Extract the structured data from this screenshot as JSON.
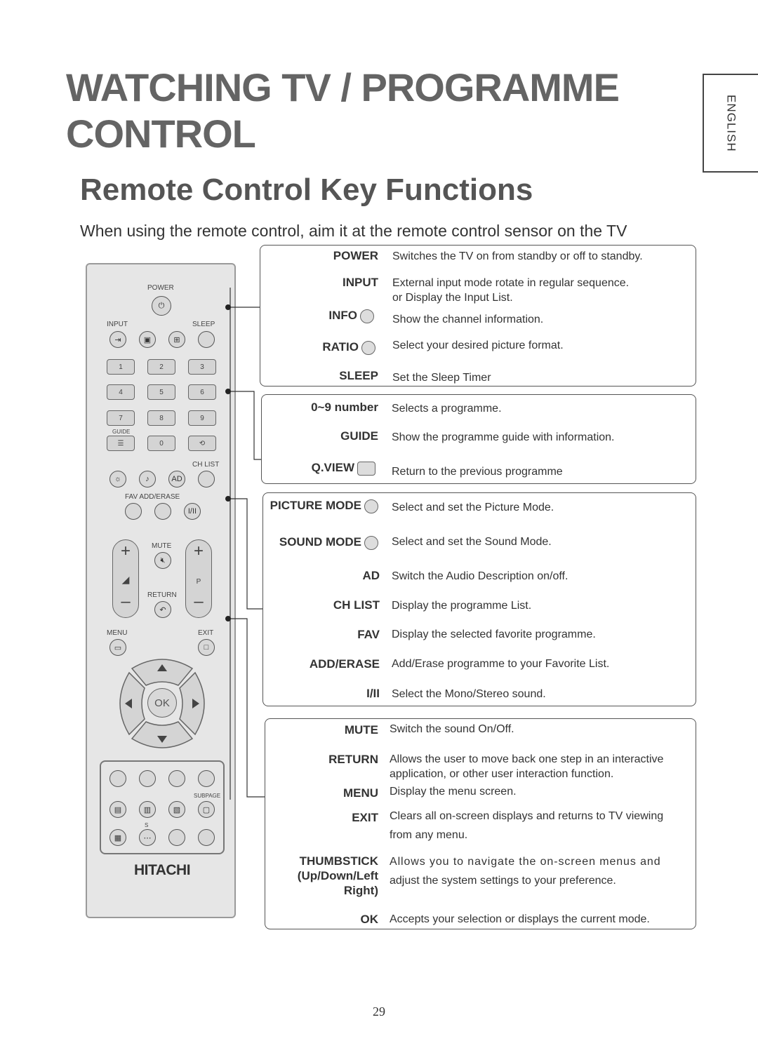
{
  "page": {
    "title": "WATCHING TV / PROGRAMME CONTROL",
    "subtitle": "Remote Control Key Functions",
    "intro": "When using the remote control, aim it at the remote control sensor on the TV",
    "language_tab": "ENGLISH",
    "page_number": "29"
  },
  "remote": {
    "labels": {
      "power": "POWER",
      "input": "INPUT",
      "sleep": "SLEEP",
      "guide": "GUIDE",
      "ch_list": "CH LIST",
      "fav_add_erase": "FAV ADD/ERASE",
      "mute": "MUTE",
      "return": "RETURN",
      "p": "P",
      "menu": "MENU",
      "exit": "EXIT",
      "ok": "OK",
      "subpage": "SUBPAGE",
      "s": "S",
      "brand": "HITACHI",
      "ad": "AD",
      "mono_stereo": "I/II"
    },
    "digits": [
      "1",
      "2",
      "3",
      "4",
      "5",
      "6",
      "7",
      "8",
      "9",
      "0"
    ]
  },
  "sections": {
    "group1": [
      {
        "key": "POWER",
        "desc": "Switches the TV on from standby or off to standby."
      },
      {
        "key": "INPUT",
        "desc": "External input mode rotate in regular sequence.",
        "desc2": "or Display the Input List."
      },
      {
        "key": "INFO",
        "desc": "Show the channel information."
      },
      {
        "key": "RATIO",
        "desc": "Select your desired picture format."
      },
      {
        "key": "SLEEP",
        "desc": "Set the Sleep Timer"
      }
    ],
    "group2": [
      {
        "key": "0~9 number",
        "desc": "Selects a programme."
      },
      {
        "key": "GUIDE",
        "desc": "Show the programme guide with information."
      },
      {
        "key": "Q.VIEW",
        "desc": "Return to the previous programme"
      }
    ],
    "group3": [
      {
        "key": "PICTURE MODE",
        "desc": "Select and set the Picture Mode."
      },
      {
        "key": "SOUND MODE",
        "desc": "Select and set the Sound Mode."
      },
      {
        "key": "AD",
        "desc": "Switch the Audio Description on/off."
      },
      {
        "key": "CH LIST",
        "desc": "Display the programme List."
      },
      {
        "key": "FAV",
        "desc": "Display the selected favorite programme."
      },
      {
        "key": "ADD/ERASE",
        "desc": "Add/Erase programme to your Favorite List."
      },
      {
        "key": "I/II",
        "desc": "Select the Mono/Stereo sound."
      }
    ],
    "group4": [
      {
        "key": "MUTE",
        "desc": "Switch the sound On/Off."
      },
      {
        "key": "RETURN",
        "desc": "Allows the user to move back one step in an interactive",
        "desc2": "application, or other user interaction function."
      },
      {
        "key": "MENU",
        "desc": "Display the menu screen."
      },
      {
        "key": "EXIT",
        "desc": "Clears all on-screen displays and returns to TV viewing",
        "desc2": "from any menu."
      },
      {
        "key": "THUMBSTICK",
        "key2": "(Up/Down/Left",
        "key3": "Right)",
        "desc": "Allows you to navigate the on-screen menus and",
        "desc2": "adjust the system settings to your preference."
      },
      {
        "key": "OK",
        "desc": "Accepts your selection or displays the current mode."
      }
    ]
  }
}
